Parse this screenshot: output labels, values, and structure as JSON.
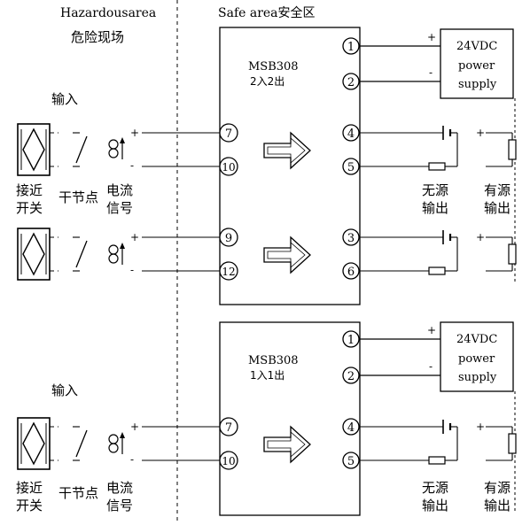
{
  "areas": {
    "hazard_en": "Hazardousarea",
    "hazard_cn": "危险现场",
    "safe": "Safe area安全区"
  },
  "input_label": "输入",
  "signal_labels": {
    "proximity_switch": [
      "接近",
      "开关"
    ],
    "dry_contact": "干节点",
    "current_signal": [
      "电流",
      "信号"
    ]
  },
  "output_labels": {
    "passive": [
      "无源",
      "输出"
    ],
    "active": [
      "有源",
      "输出"
    ]
  },
  "polarity": {
    "plus": "+",
    "minus": "-"
  },
  "modules": [
    {
      "model": "MSB308",
      "channels": "2入2出",
      "terminals": {
        "power": [
          "1",
          "2"
        ],
        "inputs": [
          "7",
          "10",
          "9",
          "12"
        ],
        "outputs": [
          "4",
          "5",
          "3",
          "6"
        ]
      },
      "power_supply": [
        "24VDC",
        "power",
        "supply"
      ]
    },
    {
      "model": "MSB308",
      "channels": "1入1出",
      "terminals": {
        "power": [
          "1",
          "2"
        ],
        "inputs": [
          "7",
          "10"
        ],
        "outputs": [
          "4",
          "5"
        ]
      },
      "power_supply": [
        "24VDC",
        "power",
        "supply"
      ]
    }
  ]
}
